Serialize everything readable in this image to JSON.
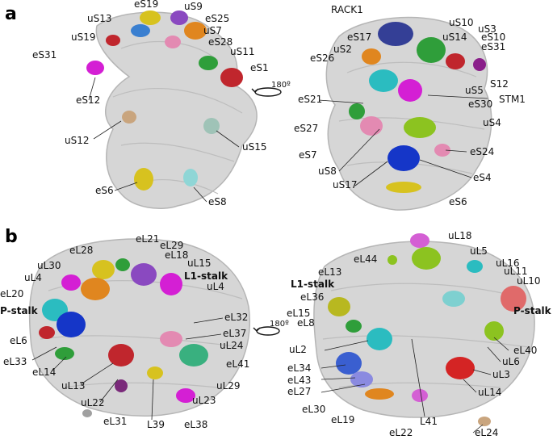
{
  "panel_a": {
    "letter": "a",
    "rotation_label": "180º",
    "left_labels": [
      "eS19",
      "uS9",
      "uS13",
      "eS25",
      "uS7",
      "uS19",
      "eS28",
      "uS11",
      "eS31",
      "eS1",
      "eS12",
      "uS12",
      "uS15",
      "eS6",
      "eS8"
    ],
    "right_labels": [
      "RACK1",
      "uS10",
      "uS3",
      "eS17",
      "uS14",
      "eS10",
      "uS2",
      "eS31",
      "eS26",
      "S12",
      "uS5",
      "STM1",
      "eS21",
      "eS30",
      "eS27",
      "uS4",
      "eS7",
      "eS24",
      "uS8",
      "eS4",
      "uS17",
      "eS6"
    ]
  },
  "panel_b": {
    "letter": "b",
    "rotation_label": "180º",
    "left_labels": [
      "eL21",
      "eL28",
      "eL29",
      "eL18",
      "uL30",
      "uL15",
      "uL4",
      "L1-stalk",
      "uL4",
      "eL20",
      "P-stalk",
      "eL32",
      "eL37",
      "eL6",
      "uL24",
      "eL41",
      "eL33",
      "eL14",
      "uL13",
      "uL29",
      "uL22",
      "uL23",
      "eL31",
      "L39",
      "eL38"
    ],
    "right_labels": [
      "uL18",
      "uL5",
      "eL44",
      "uL16",
      "eL13",
      "uL11",
      "uL10",
      "L1-stalk",
      "eL36",
      "P-stalk",
      "eL15",
      "eL8",
      "eL40",
      "uL2",
      "uL6",
      "eL34",
      "eL43",
      "uL3",
      "eL27",
      "uL14",
      "eL30",
      "eL19",
      "L41",
      "eL22",
      "eL24"
    ]
  },
  "colors": {
    "rna_gray": "#c8c8c8",
    "red": "#c0262d",
    "yellow": "#d7c21f",
    "orange": "#e0861f",
    "green": "#2f9e3a",
    "lime": "#8cc320",
    "blue": "#1536c8",
    "navy": "#343f96",
    "cyan": "#2bbcc0",
    "magenta": "#d41fd4",
    "pink": "#e38ab2",
    "purple": "#8a49c0",
    "teal": "#39b07f",
    "tan": "#c9a57e"
  }
}
